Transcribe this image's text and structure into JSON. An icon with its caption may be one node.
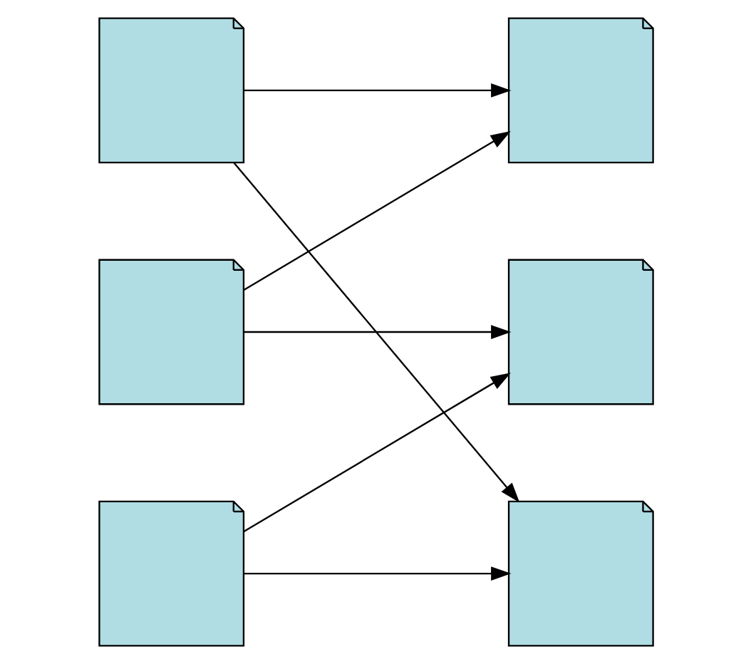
{
  "diagram": {
    "nodes": [
      {
        "text": [],
        "shape": "note"
      },
      {
        "text": [],
        "shape": "note"
      },
      {
        "text": [],
        "shape": "note"
      },
      {
        "text": [],
        "shape": "note"
      },
      {
        "text": [],
        "shape": "note"
      },
      {
        "text": [],
        "shape": "note"
      }
    ],
    "edges": [
      {
        "from": 0,
        "to": 1,
        "arrow": "to"
      },
      {
        "from": 0,
        "to": 5,
        "arrow": "to"
      },
      {
        "from": 2,
        "to": 1,
        "arrow": "to"
      },
      {
        "from": 2,
        "to": 3,
        "arrow": "to"
      },
      {
        "from": 4,
        "to": 3,
        "arrow": "to"
      },
      {
        "from": 4,
        "to": 5,
        "arrow": "to"
      }
    ]
  }
}
